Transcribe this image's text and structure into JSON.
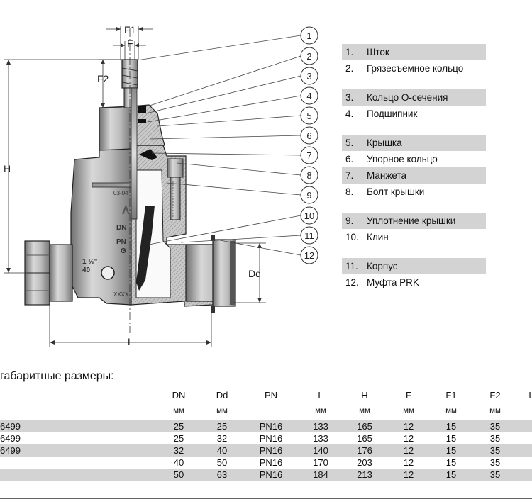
{
  "diagram": {
    "dimension_labels": {
      "F1": "F1",
      "F": "F",
      "F2": "F2",
      "H": "H",
      "Dd": "Dd",
      "L": "L"
    },
    "callouts": [
      "1",
      "2",
      "3",
      "4",
      "5",
      "6",
      "7",
      "8",
      "9",
      "10",
      "11",
      "12"
    ],
    "body_markings": {
      "code": "03-04",
      "dn": "DN",
      "pn": "PN",
      "g": "G",
      "size": "1 ½\"",
      "size2": "40",
      "xxxx": "XXXX"
    }
  },
  "legend": {
    "items": [
      {
        "num": "1.",
        "label": "Шток"
      },
      {
        "num": "2.",
        "label": "Грязесъемное кольцо"
      },
      {
        "num": "3.",
        "label": "Кольцо О-сечения"
      },
      {
        "num": "4.",
        "label": "Подшипник"
      },
      {
        "num": "5.",
        "label": "Крышка"
      },
      {
        "num": "6.",
        "label": "Упорное кольцо"
      },
      {
        "num": "7.",
        "label": "Манжета"
      },
      {
        "num": "8.",
        "label": "Болт крышки"
      },
      {
        "num": "9.",
        "label": "Уплотнение крышки"
      },
      {
        "num": "10.",
        "label": "Клин"
      },
      {
        "num": "11.",
        "label": "Корпус"
      },
      {
        "num": "12.",
        "label": "Муфта PRK"
      }
    ]
  },
  "dimensions": {
    "title": "габаритные размеры:",
    "headers": [
      "DN",
      "Dd",
      "PN",
      "L",
      "H",
      "F",
      "F1",
      "F2",
      "I"
    ],
    "units": [
      "мм",
      "мм",
      "",
      "мм",
      "мм",
      "мм",
      "мм",
      "мм",
      ""
    ],
    "rows": [
      {
        "model": "6499",
        "values": [
          "25",
          "25",
          "PN16",
          "133",
          "165",
          "12",
          "15",
          "35"
        ]
      },
      {
        "model": "6499",
        "values": [
          "25",
          "32",
          "PN16",
          "133",
          "165",
          "12",
          "15",
          "35"
        ]
      },
      {
        "model": "6499",
        "values": [
          "32",
          "40",
          "PN16",
          "140",
          "176",
          "12",
          "15",
          "35"
        ]
      },
      {
        "model": "",
        "values": [
          "40",
          "50",
          "PN16",
          "170",
          "203",
          "12",
          "15",
          "35"
        ]
      },
      {
        "model": "",
        "values": [
          "50",
          "63",
          "PN16",
          "184",
          "213",
          "12",
          "15",
          "35"
        ]
      }
    ]
  }
}
